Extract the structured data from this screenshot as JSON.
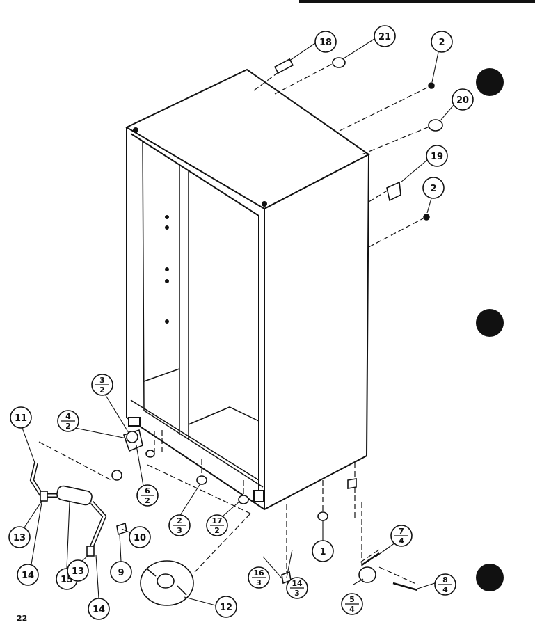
{
  "page_number": "22",
  "callouts": {
    "c18": "18",
    "c21": "21",
    "c2a": "2",
    "c20": "20",
    "c19": "19",
    "c2b": "2",
    "c11": "11",
    "c13a": "13",
    "c14a": "14",
    "c15": "15",
    "c13b": "13",
    "c14b": "14",
    "c9": "9",
    "c10": "10",
    "c12": "12",
    "c1": "1"
  },
  "fraction_callouts": {
    "f3_2": {
      "top": "3",
      "bottom": "2"
    },
    "f4_2": {
      "top": "4",
      "bottom": "2"
    },
    "f6_2": {
      "top": "6",
      "bottom": "2"
    },
    "f2_3": {
      "top": "2",
      "bottom": "3"
    },
    "f17_2": {
      "top": "17",
      "bottom": "2"
    },
    "f16_3": {
      "top": "16",
      "bottom": "3"
    },
    "f14_3": {
      "top": "14",
      "bottom": "3"
    },
    "f7_4": {
      "top": "7",
      "bottom": "4"
    },
    "f8_4": {
      "top": "8",
      "bottom": "4"
    },
    "f5_4": {
      "top": "5",
      "bottom": "4"
    }
  }
}
